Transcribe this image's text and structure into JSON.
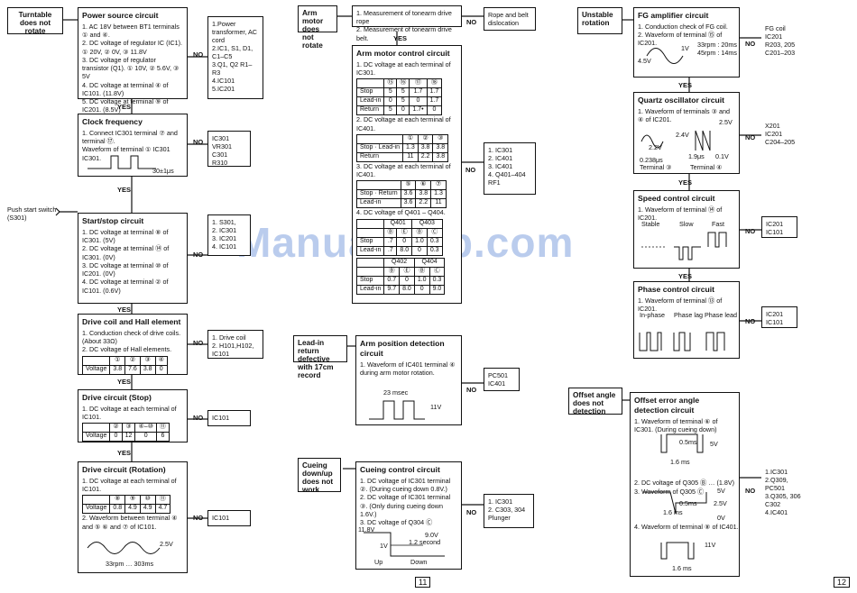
{
  "watermark": "ManualsLib.com",
  "page_numbers": {
    "left": "11",
    "right": "12"
  },
  "labels": {
    "yes": "YES",
    "no": "NO"
  },
  "col1": {
    "condition": "Turntable does not rotate",
    "push_start": "Push start switch (S301)",
    "power": {
      "title": "Power source circuit",
      "items": [
        "1. AC 18V between BT1 terminals ① and ④.",
        "2. DC voltage of regulator IC (IC1). ① 20V, ② 0V, ③ 11.8V",
        "3. DC voltage of regulator transistor (Q1). ① 10V, ② 5.6V, ③ 5V",
        "4. DC voltage at terminal ④ of IC101. (11.8V)",
        "5. DC voltage at terminal ⑨ of IC201. (8.5V)"
      ],
      "result": "1.Power transformer, AC cord\n2.IC1, S1, D1, C1–C5\n3.Q1, Q2 R1–R3\n4.IC101\n5.IC201"
    },
    "clock": {
      "title": "Clock frequency",
      "items": [
        "1. Connect IC301 terminal ⑦ and terminal ⑰.",
        "Waveform of terminal ① IC301 IC301."
      ],
      "wave_label": "30±1μs",
      "result": "IC301\nVR301\nC301\nR310"
    },
    "startstop": {
      "title": "Start/stop circuit",
      "items": [
        "1. DC voltage at terminal ⑧ of IC301. (5V)",
        "2. DC voltage at terminal ⑭ of IC301. (0V)",
        "3. DC voltage at terminal ⑩ of IC201. (0V)",
        "4. DC voltage at terminal ② of IC101. (0.6V)"
      ],
      "result": "1. S301,\n2. IC301\n3. IC201\n4. IC101"
    },
    "coil": {
      "title": "Drive coil and Hall element",
      "items": [
        "1. Conduction check of drive coils. (About 33Ω)",
        "2. DC voltage of Hall elements."
      ],
      "table": {
        "header": [
          "",
          "①",
          "②",
          "③",
          "④"
        ],
        "rows": [
          [
            "Voltage",
            "3.8",
            "7.6",
            "3.8",
            "0"
          ]
        ]
      },
      "result": "1. Drive coil\n2. H101,H102, IC101"
    },
    "drivestop": {
      "title": "Drive circuit (Stop)",
      "items": [
        "1. DC voltage at each terminal of IC101."
      ],
      "table": {
        "header": [
          "",
          "②",
          "③",
          "④–⑩",
          "⑪"
        ],
        "rows": [
          [
            "Voltage",
            "0",
            "12",
            "0",
            "6"
          ]
        ]
      },
      "result": "IC101"
    },
    "driverot": {
      "title": "Drive circuit (Rotation)",
      "items": [
        "1. DC voltage at each terminal of IC101."
      ],
      "table": {
        "header": [
          "",
          "⑧",
          "⑨",
          "⑩",
          "⑪"
        ],
        "rows": [
          [
            "Voltage",
            "0.8",
            "4.9",
            "4.9",
            "4.7"
          ]
        ]
      },
      "items2": [
        "2. Waveform between terminal ④ and ⑤ ⑥ and ⑦ of IC101."
      ],
      "wave_amp": "2.5V",
      "wave_period": "33rpm … 303ms",
      "result": "IC101"
    }
  },
  "col2": {
    "condition": "Arm motor does not rotate",
    "check": [
      "1. Measurement of tonearm drive rope",
      "2. Measurement of tonearm drive belt."
    ],
    "check_result": "Rope and belt dislocation",
    "armmotor": {
      "title": "Arm motor control circuit",
      "s1": "1. DC voltage at each terminal of IC301.",
      "t1": {
        "header": [
          "",
          "⑮",
          "⑯",
          "⑰",
          "⑱"
        ],
        "rows": [
          [
            "Stop",
            "5",
            "5",
            "1.7",
            "1.7"
          ],
          [
            "Lead-in",
            "0",
            "5",
            "0",
            "1.7"
          ],
          [
            "Return",
            "5",
            "0",
            "1.7•",
            "0"
          ]
        ]
      },
      "s2": "2. DC voltage at each terminal of IC401.",
      "t2": {
        "header": [
          "",
          "①",
          "②",
          "③"
        ],
        "rows": [
          [
            "Stop · Lead-in",
            "1.3",
            "3.8",
            "3.8"
          ],
          [
            "Return",
            "11",
            "2.2",
            "3.8"
          ]
        ]
      },
      "s3": "3. DC voltage at each terminal of IC401.",
      "t3": {
        "header": [
          "",
          "⑤",
          "⑥",
          "⑦"
        ],
        "rows": [
          [
            "Stop · Return",
            "3.6",
            "3.8",
            "1.3"
          ],
          [
            "Lead-in",
            "3.6",
            "2.2",
            "11"
          ]
        ]
      },
      "s4": "4. DC voltage of Q401 – Q404.",
      "t4": {
        "header": [
          "",
          "Q401",
          "",
          "Q403",
          ""
        ],
        "sub": [
          "",
          "Ⓑ",
          "Ⓔ",
          "Ⓑ",
          "Ⓒ"
        ],
        "rows": [
          [
            "Stop",
            ".7",
            "0",
            "1.0",
            "0.3"
          ],
          [
            "Lead-in",
            ".7",
            "8.0",
            "0",
            "0.3"
          ]
        ]
      },
      "t5": {
        "header": [
          "",
          "Q402",
          "",
          "Q404",
          ""
        ],
        "sub": [
          "",
          "Ⓑ",
          "Ⓔ",
          "Ⓑ",
          "Ⓒ"
        ],
        "rows": [
          [
            "Stop",
            "0.7",
            "0",
            "1.0",
            "0.3"
          ],
          [
            "Lead-in",
            "9.7",
            "8.0",
            "0",
            "9.0"
          ]
        ]
      },
      "result": "1. IC301\n2. IC401\n3. IC401\n4. Q401–404 RF1"
    },
    "leadin": {
      "condition": "Lead-in return defective with 17cm record",
      "title": "Arm position detection circuit",
      "items": [
        "1. Waveform of IC401 terminal ④ during arm motor rotation."
      ],
      "period": "23 msec",
      "amp": "11V",
      "result": "PC501\nIC401"
    },
    "cueing": {
      "condition": "Cueing down/up does not work",
      "title": "Cueing control circuit",
      "items": [
        "1. DC voltage of IC301 terminal ②. (During cueing down 0.8V.)",
        "2. DC voltage of IC301 terminal ③. (Only during cueing down 1.6V.)",
        "3. DC voltage of Q304 Ⓒ"
      ],
      "v1": "11.8V",
      "v2": "9.0V",
      "v3": "1V",
      "time": "1.2 second",
      "up": "Up",
      "down": "Down",
      "result": "1. IC301\n2. C303, 304 Plunger"
    }
  },
  "col3": {
    "condition": "Unstable rotation",
    "fg": {
      "title": "FG amplifier circuit",
      "items": [
        "1. Conduction check of FG coil.",
        "2. Waveform of terminal ⑮ of IC201."
      ],
      "amp": "1V",
      "dc": "4.5V",
      "speeds": "33rpm : 20ms\n45rpm : 14ms",
      "result": "FG coil\nIC201\nR203, 205\nC201–203"
    },
    "quartz": {
      "title": "Quartz oscillator circuit",
      "items": [
        "1. Waveform of terminals ③ and ④ of IC201."
      ],
      "a1": "2.4V",
      "a2": "2.2V",
      "a3": "2.5V",
      "a4": "0.1V",
      "p1": "0.238μs",
      "p2": "1.9μs",
      "term3": "Terminal ③",
      "term4": "Terminal ④",
      "result": "X201\nIC201\nC204–205"
    },
    "speed": {
      "title": "Speed control circuit",
      "items": [
        "1. Waveform of terminal ⑭ of IC201."
      ],
      "modes": [
        "Stable",
        "Slow",
        "Fast"
      ],
      "result": "IC201\nIC101"
    },
    "phase": {
      "title": "Phase control circuit",
      "items": [
        "1. Waveform of terminal ⑬ of IC201."
      ],
      "modes": [
        "In-phase",
        "Phase lag",
        "Phase lead"
      ],
      "result": "IC201\nIC101"
    },
    "offset": {
      "condition": "Offset angle does not detection",
      "title": "Offset error angle detection circuit",
      "items": [
        "1. Waveform of terminal ⑥ of IC301. (During cueing down)",
        "2. DC voltage of Q305 Ⓑ … (1.8V)",
        "3. Waveform of Q305 Ⓒ",
        "4. Waveform of terminal ⑧ of IC401."
      ],
      "w1": "0.5ms",
      "w1a": "5V",
      "w1p": "1.6 ms",
      "w3a": "5V",
      "w3b": "2.5V",
      "w3c": "0V",
      "w3w": "0.5ms",
      "w3p": "1.6 ms",
      "w4a": "11V",
      "w4p": "1.6 ms",
      "result": "1.IC301\n2.Q309, PC501\n3.Q305, 306 C302\n4.IC401"
    }
  }
}
